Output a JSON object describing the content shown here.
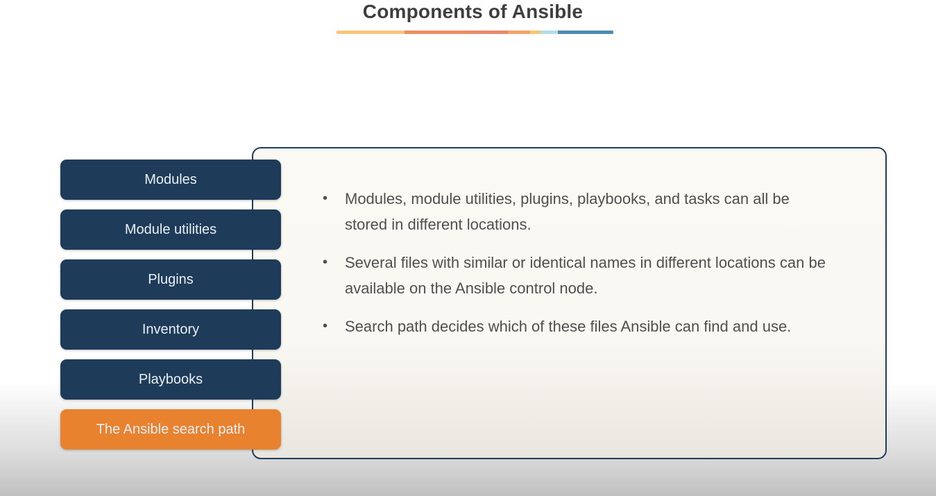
{
  "slide": {
    "title": "Components of Ansible",
    "nav": {
      "items": [
        {
          "label": "Modules",
          "active": false
        },
        {
          "label": "Module utilities",
          "active": false
        },
        {
          "label": "Plugins",
          "active": false
        },
        {
          "label": "Inventory",
          "active": false
        },
        {
          "label": "Playbooks",
          "active": false
        },
        {
          "label": "The Ansible search path",
          "active": true
        }
      ]
    },
    "bullets": [
      "Modules, module utilities, plugins, playbooks, and tasks can all be stored in different locations.",
      "Several files with similar or identical names in different locations can be available on the Ansible control node.",
      "Search path decides which of these files Ansible can find and use."
    ],
    "colors": {
      "navy": "#1e3c59",
      "orange": "#e8822f",
      "panel_bg": "#faf8f3",
      "panel_border": "#1e3d5c",
      "title_text": "#3e3e3e",
      "body_text": "#4f4f4f",
      "chip_text": "#e9eef4",
      "underline_segments": [
        "#f8c57d",
        "#ee8c64",
        "#e98a70",
        "#f2a46b",
        "#f8c478",
        "#b5dcea",
        "#4d8cb0"
      ]
    }
  }
}
